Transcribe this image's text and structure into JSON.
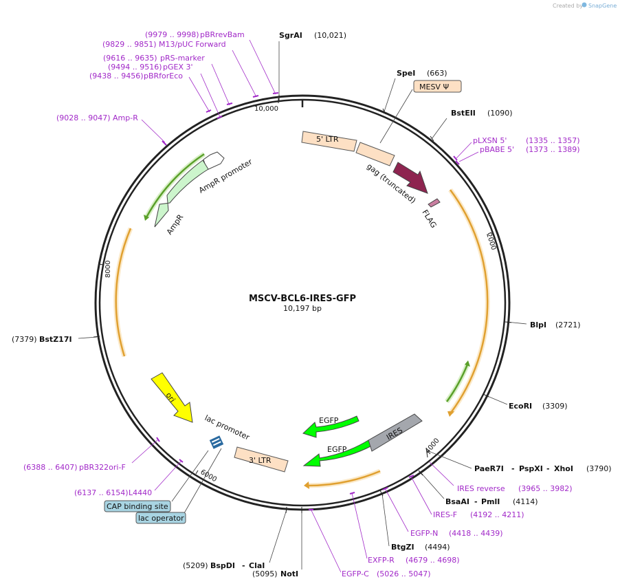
{
  "watermark": {
    "prefix": "Created by",
    "brand": "SnapGene"
  },
  "plasmid": {
    "name": "MSCV-BCL6-IRES-GFP",
    "size": "10,197 bp"
  },
  "ticks": [
    "10,000",
    "2000",
    "4000",
    "6000",
    "8000"
  ],
  "enzymes": [
    {
      "name": "SgrAI",
      "pos": "(10,021)"
    },
    {
      "name": "SpeI",
      "pos": "(663)"
    },
    {
      "name": "BstEII",
      "pos": "(1090)"
    },
    {
      "name": "BlpI",
      "pos": "(2721)"
    },
    {
      "name": "EcoRI",
      "pos": "(3309)"
    },
    {
      "name": "PaeR7I",
      "name2": "PspXI",
      "name3": "XhoI",
      "pos": "(3790)"
    },
    {
      "name": "BsaAI",
      "name2": "PmlI",
      "pos": "(4114)"
    },
    {
      "name": "BtgZI",
      "pos": "(4494)"
    },
    {
      "name": "NotI",
      "pos": "(5095)"
    },
    {
      "name": "BspDI",
      "name2": "ClaI",
      "pos": "(5209)"
    },
    {
      "name": "BstZ17I",
      "pos": "(7379)"
    }
  ],
  "primers": [
    {
      "range": "(9979 .. 9998)",
      "name": "pBRrevBam"
    },
    {
      "range": "(9829 .. 9851)",
      "name": "M13/pUC Forward"
    },
    {
      "range": "(9616 .. 9635)",
      "name": "pRS-marker"
    },
    {
      "range": "(9494 .. 9516)",
      "name": "pGEX 3'"
    },
    {
      "range": "(9438 .. 9456)",
      "name": "pBRforEco"
    },
    {
      "range": "(9028 .. 9047)",
      "name": "Amp-R"
    },
    {
      "range": "(1335 .. 1357)",
      "name": "pLXSN 5'"
    },
    {
      "range": "(1373 .. 1389)",
      "name": "pBABE 5'"
    },
    {
      "range": "(3965 .. 3982)",
      "name": "IRES reverse"
    },
    {
      "range": "(4192 .. 4211)",
      "name": "IRES-F"
    },
    {
      "range": "(4418 .. 4439)",
      "name": "EGFP-N"
    },
    {
      "range": "(4679 .. 4698)",
      "name": "EXFP-R"
    },
    {
      "range": "(5026 .. 5047)",
      "name": "EGFP-C"
    },
    {
      "range": "(6388 .. 6407)",
      "name": "pBR322ori-F"
    },
    {
      "range": "(6137 .. 6154)",
      "name": "L4440"
    }
  ],
  "features": {
    "mesv": "MESV Ψ",
    "ltr5": "5' LTR",
    "gag": "gag (truncated)",
    "flag": "FLAG",
    "ampr_promoter": "AmpR promoter",
    "ampr": "AmpR",
    "ori": "ori",
    "lac_promoter": "lac promoter",
    "ltr3": "3' LTR",
    "egfp1": "EGFP",
    "egfp2": "EGFP",
    "ires": "IRES",
    "cap": "CAP binding site",
    "lacop": "lac operator"
  },
  "colors": {
    "primer": "#a128c8",
    "ltr": "#fde0c4",
    "gag": "#8e2450",
    "flag": "#c97ea0",
    "ampr": "#ccf5cc",
    "ori": "#ffff00",
    "egfp": "#00ff00",
    "ires": "#a4a7ad",
    "orf": "#f0b040",
    "orf_green": "#7ac043",
    "cap": "#a8d4e2"
  }
}
